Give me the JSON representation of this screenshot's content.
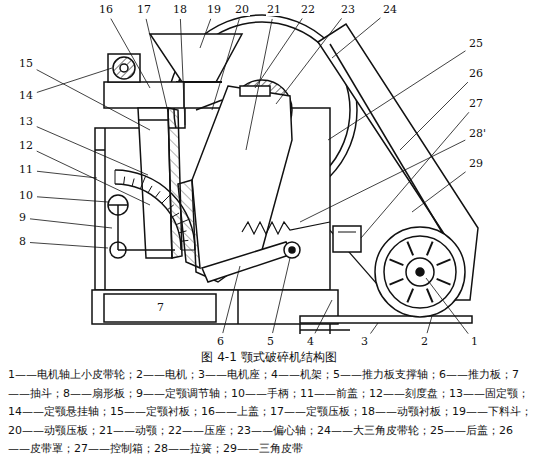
{
  "diagram": {
    "caption": "图 4-1 颚式破碎机结构图",
    "labels": [
      "16",
      "17",
      "18",
      "19",
      "20",
      "21",
      "22",
      "23",
      "24",
      "25",
      "26",
      "27",
      "28'",
      "29",
      "15",
      "14",
      "13",
      "12",
      "11",
      "10",
      "9",
      "8",
      "7",
      "6",
      "5",
      "4",
      "3",
      "2",
      "1",
      "1——电机轴上小皮带轮；",
      "2——电机；",
      "3——电机座；",
      "4——机架；",
      "5——推力板支撑轴；",
      "6——推力板；",
      "7——抽斗；",
      "8——扇形板；",
      "9——定颚调节轴；",
      "10——手柄；",
      "11——前盖；",
      "12——刻度盘；",
      "13——固定颚；",
      "14——定颚悬挂轴；",
      "15——定颚衬板；",
      "16——上盖；",
      "17——定颚压板；",
      "18——动颚衬板；",
      "19——下料斗；",
      "20——动颚压板；",
      "21——动颚；",
      "22——压座；",
      "23——偏心轴；",
      "24——大三角皮带轮；",
      "25——后盖；",
      "26——皮带罩；",
      "27——控制箱；",
      "28——拉簧；",
      "29——三角皮带"
    ]
  }
}
